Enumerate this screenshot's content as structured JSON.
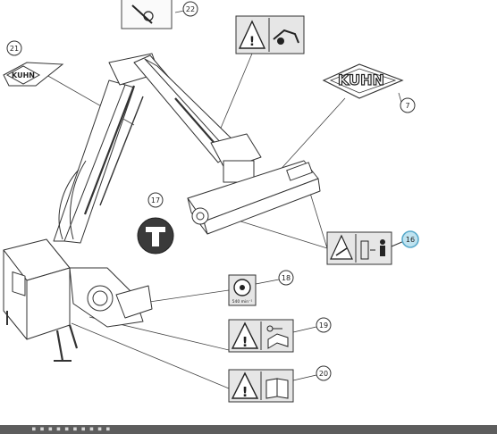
{
  "callouts": [
    {
      "id": "c21",
      "label": "21",
      "highlight": false
    },
    {
      "id": "c22",
      "label": "22",
      "highlight": false
    },
    {
      "id": "c7",
      "label": "7",
      "highlight": false
    },
    {
      "id": "c17",
      "label": "17",
      "highlight": false
    },
    {
      "id": "c16",
      "label": "16",
      "highlight": true
    },
    {
      "id": "c18",
      "label": "18",
      "highlight": false
    },
    {
      "id": "c19",
      "label": "19",
      "highlight": false
    },
    {
      "id": "c20",
      "label": "20",
      "highlight": false
    }
  ],
  "logos": {
    "large": "KUHN",
    "small": "KUHN"
  },
  "decals": {
    "speed_label": "540 min⁻¹",
    "t_symbol": "T"
  },
  "footer": {
    "text": "■ ■ ■ ■ ■ ■ ■ ■ ■ ■"
  },
  "colors": {
    "line": "#333333",
    "highlight_fill": "#bfe3f0",
    "highlight_stroke": "#59aacb",
    "decal_fill": "#e6e6e6",
    "footer": "#5d5d5d"
  }
}
